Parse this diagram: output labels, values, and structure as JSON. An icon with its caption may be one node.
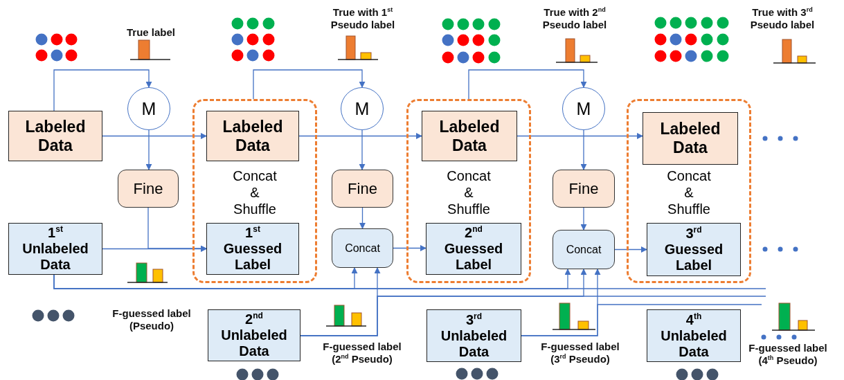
{
  "diagram": {
    "nodes": [
      {
        "text": [
          "Labeled Data"
        ]
      },
      {
        "text": [
          "M"
        ]
      },
      {
        "text": [
          "Fine"
        ]
      },
      {
        "text": [
          "1$^{st}$ Unlabeled Data"
        ]
      },
      {
        "text": [
          "Concat & Shuffle"
        ]
      },
      {
        "text": [
          "Labeled Data"
        ],
        "in": 4
      },
      {
        "text": [
          "1$^{st}$ Guessed Label"
        ],
        "in": 4
      },
      {
        "text": [
          "M"
        ]
      },
      {
        "text": [
          "Fine"
        ]
      },
      {
        "text": [
          "Concat"
        ]
      },
      {
        "text": [
          "Concat & Shuffle"
        ]
      },
      {
        "text": [
          "Labeled Data"
        ],
        "in": 10
      },
      {
        "text": [
          "2$^{nd}$ Guessed Label"
        ],
        "in": 10
      },
      {
        "text": [
          "M"
        ]
      },
      {
        "text": [
          "Fine"
        ]
      },
      {
        "text": [
          "Concat"
        ]
      },
      {
        "text": [
          "Concat & Shuffle"
        ]
      },
      {
        "text": [
          "Labeled Data"
        ],
        "in": 16
      },
      {
        "text": [
          "3$^{rd}$ Guessed Label"
        ],
        "in": 16
      },
      {
        "text": [
          "2$^{nd}$ Unlabeled Data"
        ]
      },
      {
        "text": [
          "3$^{rd}$ Unlabeled Data"
        ]
      },
      {
        "text": [
          "4$^{th}$ Unlabeled Data"
        ]
      }
    ],
    "edges": [
      {
        "from": 0,
        "to": 1,
        "arrow": "to"
      },
      {
        "from": 1,
        "to": 2,
        "arrow": "to"
      },
      {
        "from": 0,
        "to": 5,
        "arrow": "to"
      },
      {
        "from": 2,
        "to": 6,
        "arrow": "to"
      },
      {
        "from": 3,
        "to": 6,
        "arrow": "to"
      },
      {
        "from": 4,
        "to": 7,
        "arrow": "to"
      },
      {
        "from": 7,
        "to": 8,
        "arrow": "to"
      },
      {
        "from": 5,
        "to": 11,
        "arrow": "to"
      },
      {
        "from": 8,
        "to": 9,
        "arrow": "to"
      },
      {
        "from": 9,
        "to": 12,
        "arrow": "to"
      },
      {
        "from": 3,
        "to": 9,
        "arrow": "to"
      },
      {
        "from": 3,
        "to": 15,
        "arrow": "to"
      },
      {
        "from": 19,
        "to": 9,
        "arrow": "to"
      },
      {
        "from": 19,
        "to": 15,
        "arrow": "to"
      },
      {
        "from": 10,
        "to": 13,
        "arrow": "to"
      },
      {
        "from": 13,
        "to": 14,
        "arrow": "to"
      },
      {
        "from": 11,
        "to": 17,
        "arrow": "to"
      },
      {
        "from": 14,
        "to": 15,
        "arrow": "to"
      },
      {
        "from": 15,
        "to": 18,
        "arrow": "to"
      },
      {
        "from": 20,
        "to": 15,
        "arrow": "to"
      },
      {
        "from": 3,
        "to": null,
        "arrow": "none"
      },
      {
        "from": 19,
        "to": null,
        "arrow": "none"
      },
      {
        "from": 20,
        "to": null,
        "arrow": "none"
      }
    ],
    "labels": [
      "True label",
      "True with 1$^{st}$ Pseudo label",
      "True with 2$^{nd}$ Pseudo label",
      "True with 3$^{rd}$ Pseudo label",
      "F-guessed label (Pseudo)",
      "F-guessed label (2$^{nd}$ Pseudo)",
      "F-guessed label (3$^{rd}$ Pseudo)",
      "F-guessed label (4$^{th}$ Pseudo)"
    ]
  }
}
